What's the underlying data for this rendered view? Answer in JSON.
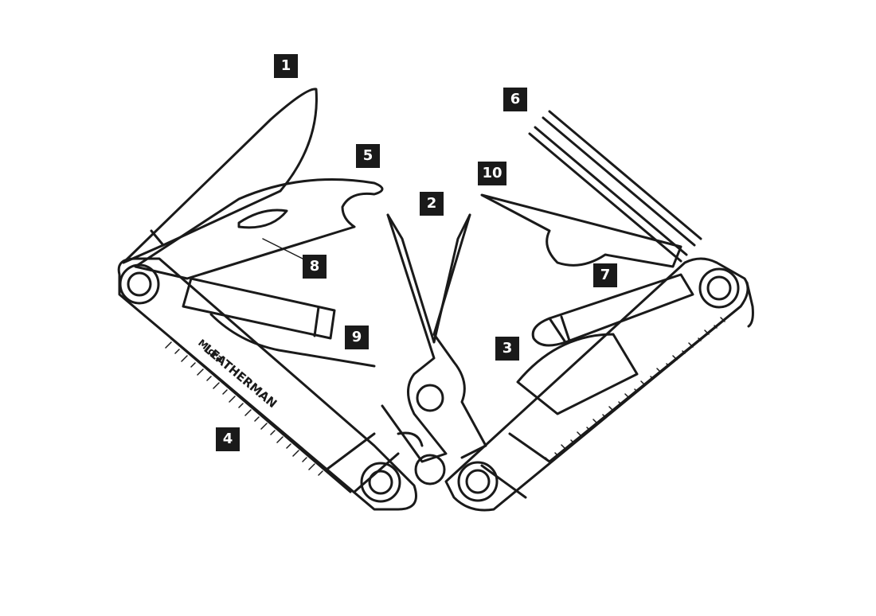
{
  "diagram": {
    "brand_text": "LEATHERMAN",
    "model_text": "Micra",
    "callouts": {
      "c1": "1",
      "c2": "2",
      "c3": "3",
      "c4": "4",
      "c5": "5",
      "c6": "6",
      "c7": "7",
      "c8": "8",
      "c9": "9",
      "c10": "10"
    },
    "colors": {
      "line": "#1a1a1a",
      "background": "#ffffff",
      "callout_bg": "#1a1a1a",
      "callout_text": "#ffffff"
    }
  }
}
